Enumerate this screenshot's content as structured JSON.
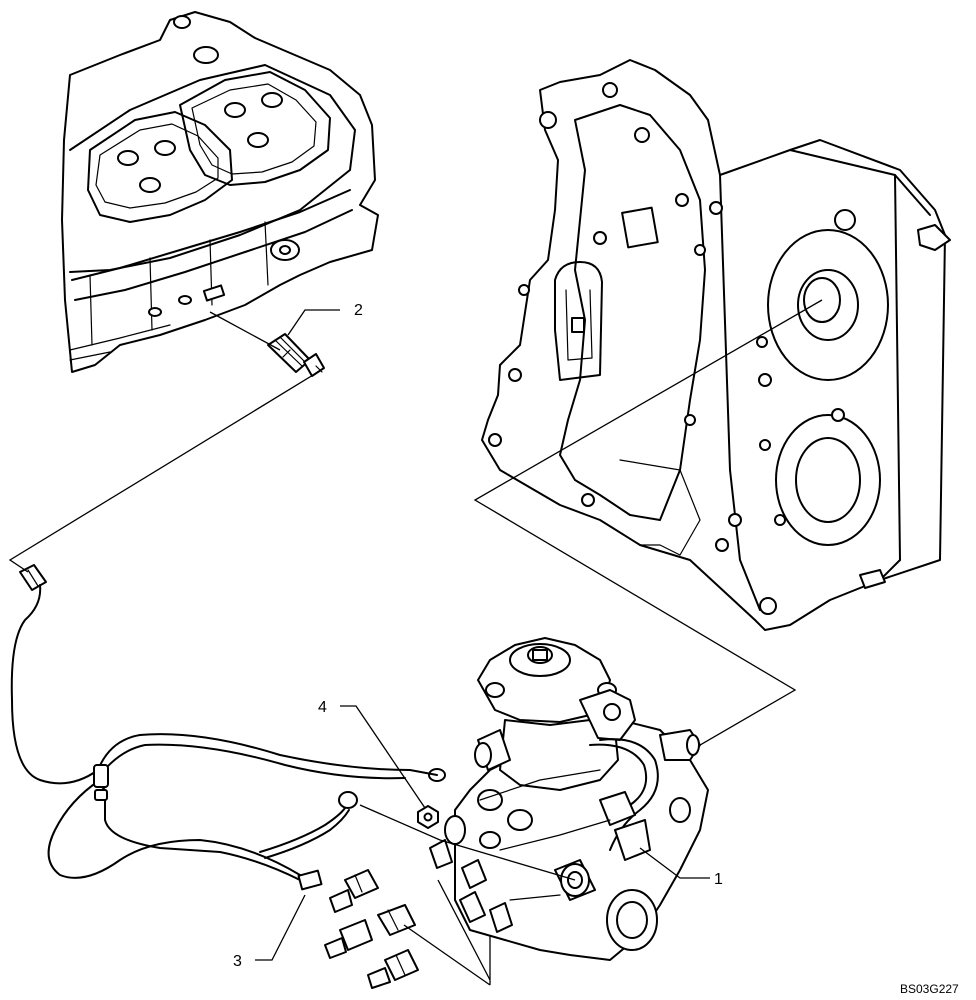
{
  "callouts": [
    {
      "id": "1",
      "label": "1"
    },
    {
      "id": "2",
      "label": "2"
    },
    {
      "id": "3",
      "label": "3"
    },
    {
      "id": "4",
      "label": "4"
    }
  ],
  "drawing_code": "BS03G227"
}
